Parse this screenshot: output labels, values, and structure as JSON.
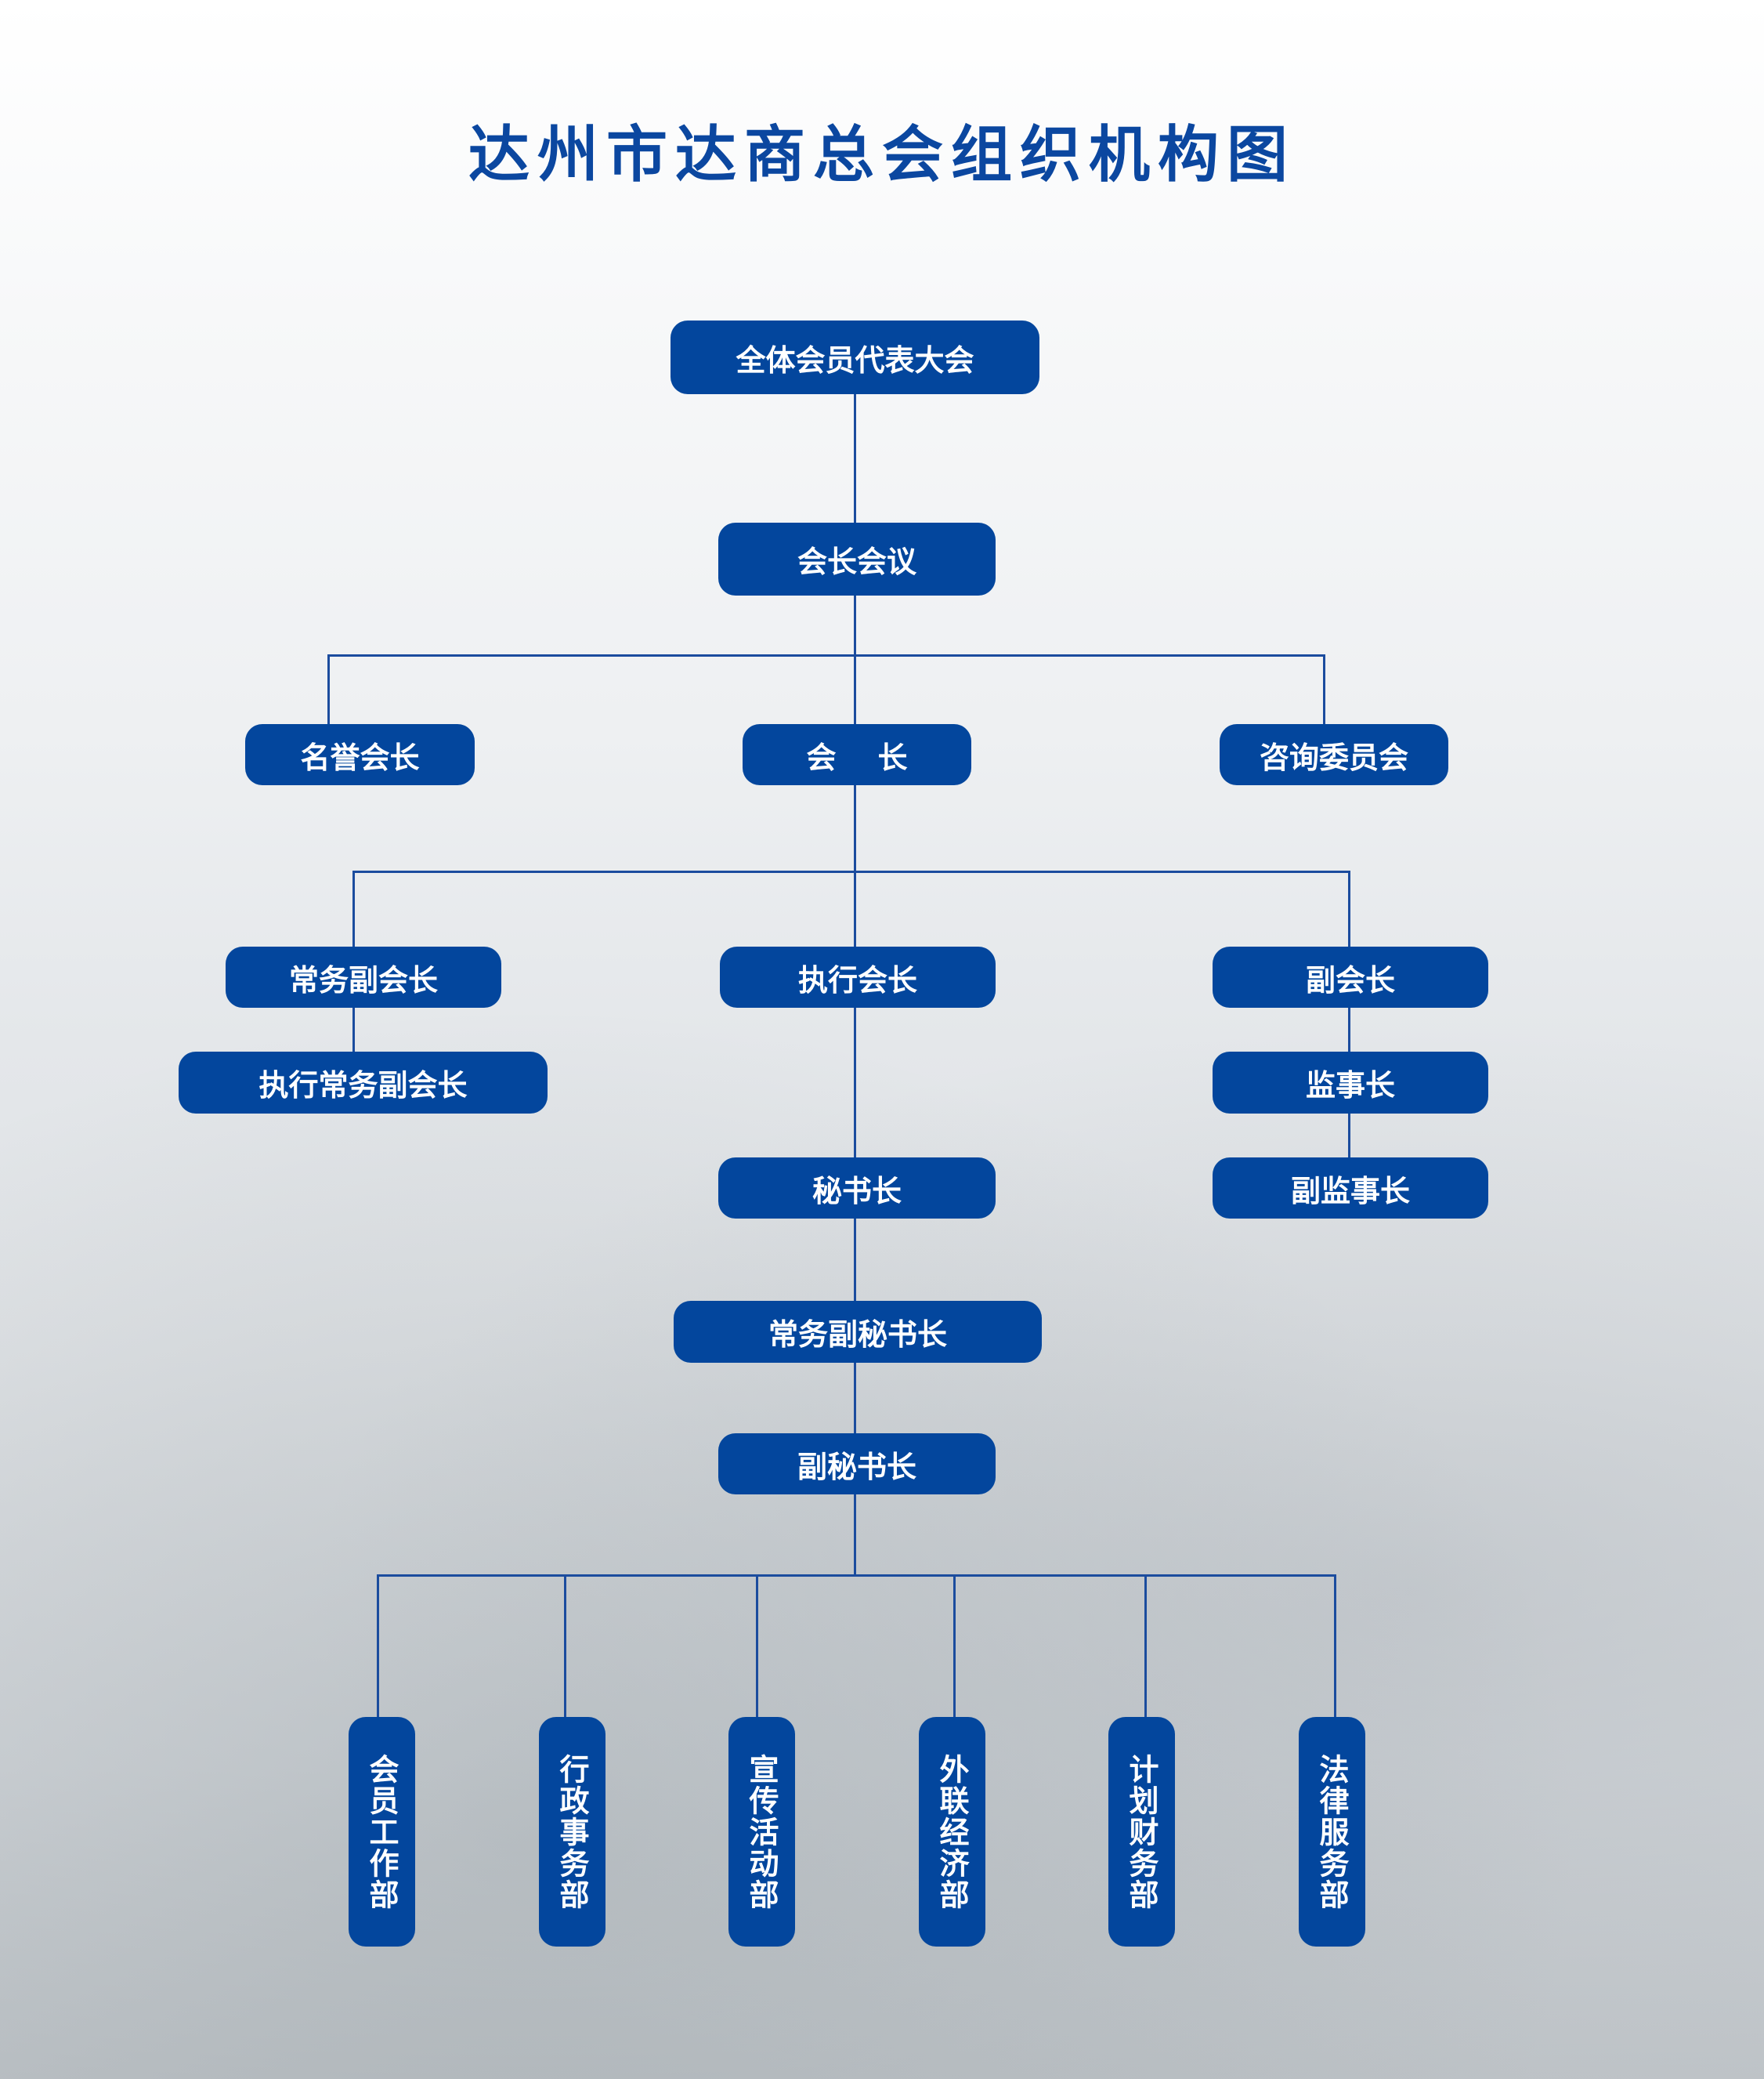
{
  "title": "达州市达商总会组织机构图",
  "nodes": {
    "assembly": "全体会员代表大会",
    "president_meeting": "会长会议",
    "honorary_president": "名誉会长",
    "president": "会    长",
    "advisory_committee": "咨询委员会",
    "standing_vp": "常务副会长",
    "executive_president": "执行会长",
    "vice_president": "副会长",
    "exec_standing_vp": "执行常务副会长",
    "supervisor": "监事长",
    "secretary_general": "秘书长",
    "vice_supervisor": "副监事长",
    "standing_deputy_sg": "常务副秘书长",
    "deputy_sg": "副秘书长"
  },
  "departments": [
    "会员工作部",
    "行政事务部",
    "宣传活动部",
    "外联经济部",
    "计划财务部",
    "法律服务部"
  ],
  "colors": {
    "box": "#03469d",
    "title": "#0b47a0",
    "line": "#1b4c9e"
  }
}
